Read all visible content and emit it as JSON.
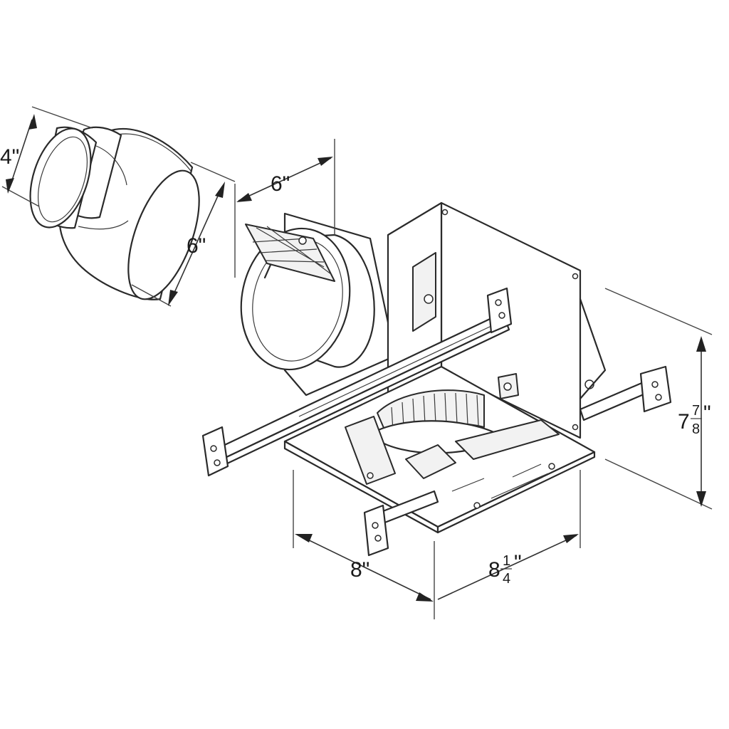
{
  "dimensions": {
    "duct_inlet_diameter": "4\"",
    "adapter_outlet_diameter": "6\"",
    "housing_collar_diameter": "6\"",
    "height_whole": "7",
    "height_frac_num": "7",
    "height_frac_den": "8",
    "height_suffix": "\"",
    "width_depth": "8\"",
    "width_whole": "8",
    "width_frac_num": "1",
    "width_frac_den": "4",
    "width_suffix": "\""
  },
  "colors": {
    "line": "#2a2a2a",
    "background": "#ffffff"
  }
}
